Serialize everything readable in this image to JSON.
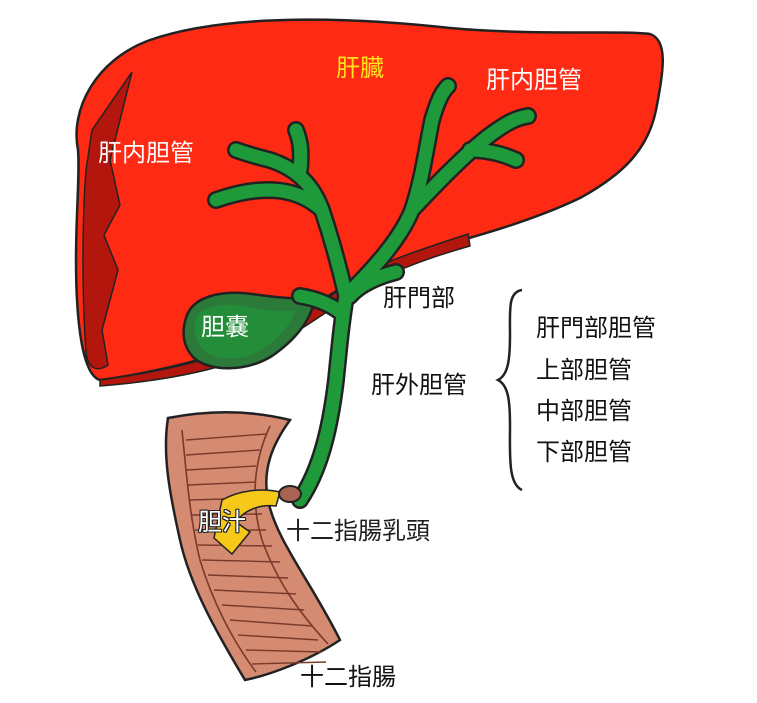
{
  "labels": {
    "liver": "肝臓",
    "intrahepatic_right": "肝内胆管",
    "intrahepatic_left": "肝内胆管",
    "gallbladder": "胆嚢",
    "hilum": "肝門部",
    "extrahepatic": "肝外胆管",
    "bile": "胆汁",
    "papilla": "十二指腸乳頭",
    "duodenum": "十二指腸"
  },
  "segments": [
    "肝門部胆管",
    "上部胆管",
    "中部胆管",
    "下部胆管"
  ],
  "colors": {
    "liver": "#ff2a14",
    "liver_shadow": "#b3160c",
    "bile_duct": "#1f9a3b",
    "duodenum": "#d58a72",
    "bile": "#f6c81a",
    "outline": "#222222"
  }
}
